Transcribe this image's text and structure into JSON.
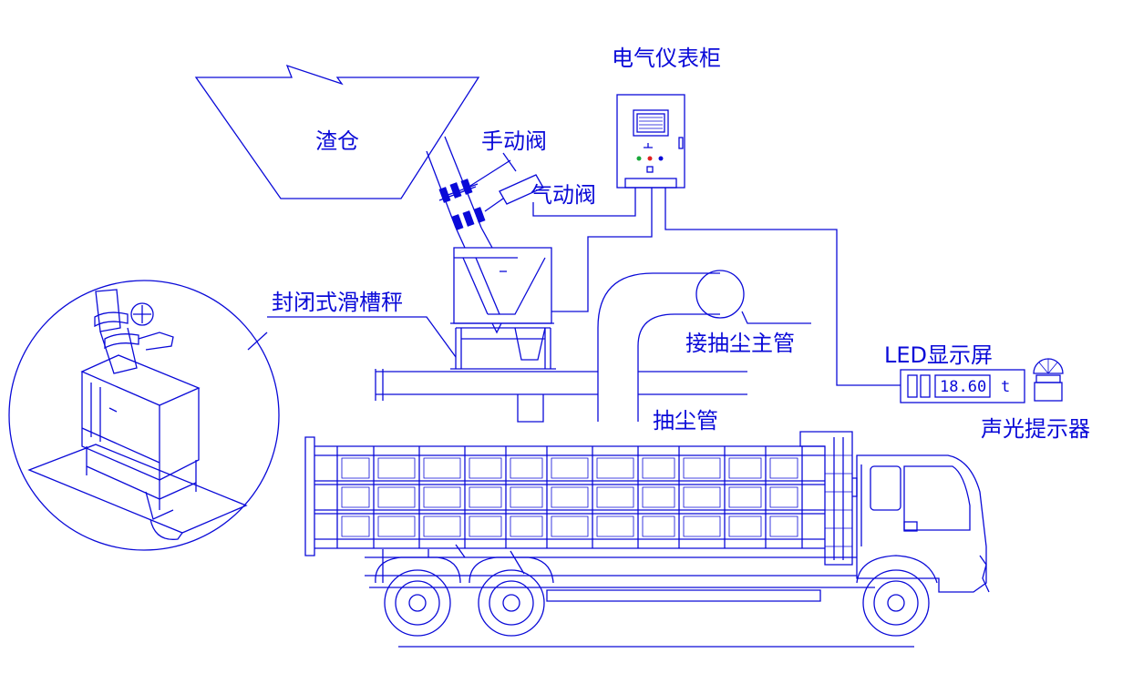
{
  "labels": {
    "slag_bin": "渣仓",
    "manual_valve": "手动阀",
    "pneumatic_valve": "气动阀",
    "control_cabinet": "电气仪表柜",
    "enclosed_chute_scale": "封闭式滑槽秤",
    "dust_main_pipe": "接抽尘主管",
    "dust_pipe": "抽尘管",
    "led_display": "LED显示屏",
    "sound_light_alarm": "声光提示器"
  },
  "led_screen": {
    "value": "18.60",
    "unit": "t"
  },
  "colors": {
    "line": "#0a0ad8",
    "background": "#ffffff"
  }
}
